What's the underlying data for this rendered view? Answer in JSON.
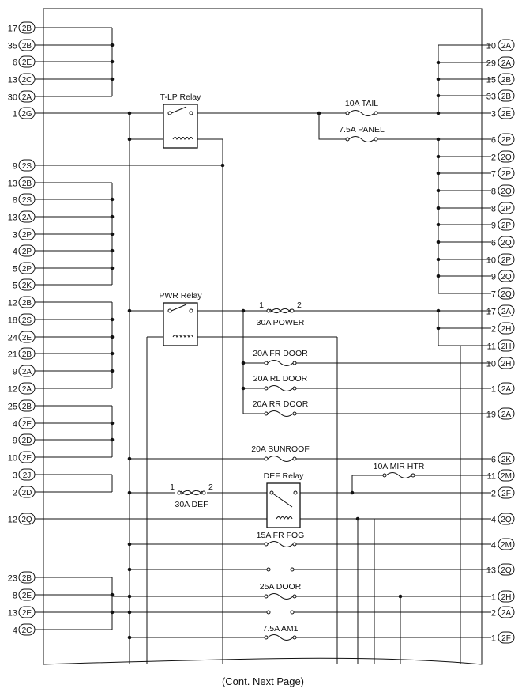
{
  "caption": "(Cont. Next Page)",
  "left_pins": [
    {
      "num": "17",
      "conn": "2B"
    },
    {
      "num": "35",
      "conn": "2B"
    },
    {
      "num": "6",
      "conn": "2E"
    },
    {
      "num": "13",
      "conn": "2C"
    },
    {
      "num": "30",
      "conn": "2A"
    },
    {
      "num": "1",
      "conn": "2G"
    },
    {
      "num": "9",
      "conn": "2S"
    },
    {
      "num": "13",
      "conn": "2B"
    },
    {
      "num": "8",
      "conn": "2S"
    },
    {
      "num": "13",
      "conn": "2A"
    },
    {
      "num": "3",
      "conn": "2P"
    },
    {
      "num": "4",
      "conn": "2P"
    },
    {
      "num": "5",
      "conn": "2P"
    },
    {
      "num": "5",
      "conn": "2K"
    },
    {
      "num": "12",
      "conn": "2B"
    },
    {
      "num": "18",
      "conn": "2S"
    },
    {
      "num": "24",
      "conn": "2E"
    },
    {
      "num": "21",
      "conn": "2B"
    },
    {
      "num": "9",
      "conn": "2A"
    },
    {
      "num": "12",
      "conn": "2A"
    },
    {
      "num": "25",
      "conn": "2B"
    },
    {
      "num": "4",
      "conn": "2E"
    },
    {
      "num": "9",
      "conn": "2D"
    },
    {
      "num": "10",
      "conn": "2E"
    },
    {
      "num": "3",
      "conn": "2J"
    },
    {
      "num": "2",
      "conn": "2D"
    },
    {
      "num": "12",
      "conn": "2Q"
    },
    {
      "num": "23",
      "conn": "2B"
    },
    {
      "num": "8",
      "conn": "2E"
    },
    {
      "num": "13",
      "conn": "2E"
    },
    {
      "num": "4",
      "conn": "2C"
    }
  ],
  "right_pins": [
    {
      "num": "10",
      "conn": "2A"
    },
    {
      "num": "29",
      "conn": "2A"
    },
    {
      "num": "15",
      "conn": "2B"
    },
    {
      "num": "33",
      "conn": "2B"
    },
    {
      "num": "3",
      "conn": "2E"
    },
    {
      "num": "6",
      "conn": "2P"
    },
    {
      "num": "2",
      "conn": "2Q"
    },
    {
      "num": "7",
      "conn": "2P"
    },
    {
      "num": "8",
      "conn": "2Q"
    },
    {
      "num": "8",
      "conn": "2P"
    },
    {
      "num": "9",
      "conn": "2P"
    },
    {
      "num": "6",
      "conn": "2Q"
    },
    {
      "num": "10",
      "conn": "2P"
    },
    {
      "num": "9",
      "conn": "2Q"
    },
    {
      "num": "7",
      "conn": "2Q"
    },
    {
      "num": "17",
      "conn": "2A"
    },
    {
      "num": "2",
      "conn": "2H"
    },
    {
      "num": "11",
      "conn": "2H"
    },
    {
      "num": "10",
      "conn": "2H"
    },
    {
      "num": "1",
      "conn": "2A"
    },
    {
      "num": "19",
      "conn": "2A"
    },
    {
      "num": "6",
      "conn": "2K"
    },
    {
      "num": "11",
      "conn": "2M"
    },
    {
      "num": "2",
      "conn": "2F"
    },
    {
      "num": "4",
      "conn": "2Q"
    },
    {
      "num": "4",
      "conn": "2M"
    },
    {
      "num": "13",
      "conn": "2Q"
    },
    {
      "num": "1",
      "conn": "2H"
    },
    {
      "num": "2",
      "conn": "2A"
    },
    {
      "num": "1",
      "conn": "2F"
    }
  ],
  "relays": [
    {
      "label": "T-LP Relay"
    },
    {
      "label": "PWR Relay"
    },
    {
      "label": "DEF Relay"
    }
  ],
  "fuses": [
    {
      "label": "10A TAIL"
    },
    {
      "label": "7.5A PANEL"
    },
    {
      "label": "30A POWER",
      "pin1": "1",
      "pin2": "2"
    },
    {
      "label": "20A FR DOOR"
    },
    {
      "label": "20A RL DOOR"
    },
    {
      "label": "20A RR DOOR"
    },
    {
      "label": "20A SUNROOF"
    },
    {
      "label": "10A MIR HTR"
    },
    {
      "label": "30A DEF",
      "pin1": "1",
      "pin2": "2"
    },
    {
      "label": "15A FR FOG"
    },
    {
      "label": "25A DOOR"
    },
    {
      "label": "7.5A AM1"
    }
  ]
}
